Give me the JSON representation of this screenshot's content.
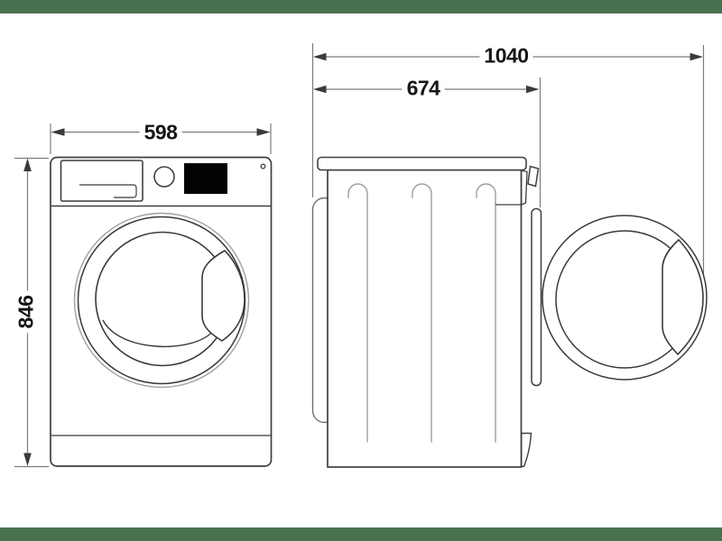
{
  "diagram": {
    "subject": "washing machine dimension drawing",
    "views": {
      "front": {
        "name": "front view"
      },
      "side": {
        "name": "side view with door open"
      }
    }
  },
  "labels": {
    "width": "598",
    "height": "846",
    "depth": "674",
    "depth_door_open": "1040"
  },
  "theme": {
    "band_color": "#4A714F",
    "canvas_color": "#ffffff",
    "outline_color": "#3f3f3f",
    "dimension_line_color": "#7c7c7c",
    "arrow_color": "#3a3a3a",
    "label_color": "#161616",
    "display_color": "#020202"
  }
}
